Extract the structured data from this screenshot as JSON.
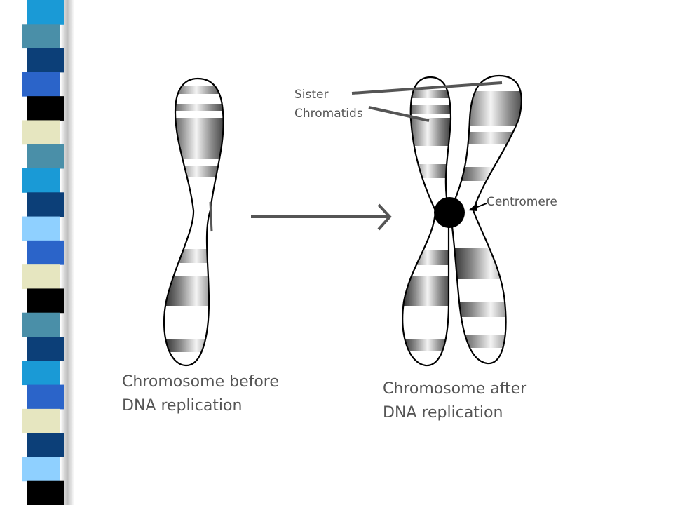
{
  "slide": {
    "strip_colors": [
      "#1a9ad6",
      "#4a8fa8",
      "#0c3f78",
      "#2b64c9",
      "#000000",
      "#e6e6c0",
      "#4a8fa8",
      "#1a9ad6",
      "#0c3f78",
      "#8fd0ff",
      "#2b64c9",
      "#e6e6c0",
      "#000000",
      "#4a8fa8",
      "#0c3f78",
      "#1a9ad6",
      "#2b64c9",
      "#e6e6c0",
      "#0c3f78",
      "#8fd0ff",
      "#000000"
    ]
  },
  "diagram": {
    "before_caption": [
      "Chromosome before",
      "DNA replication"
    ],
    "after_caption": [
      "Chromosome after",
      "DNA replication"
    ],
    "sister_label": [
      "Sister",
      "Chromatids"
    ],
    "centromere_label": "Centromere"
  }
}
